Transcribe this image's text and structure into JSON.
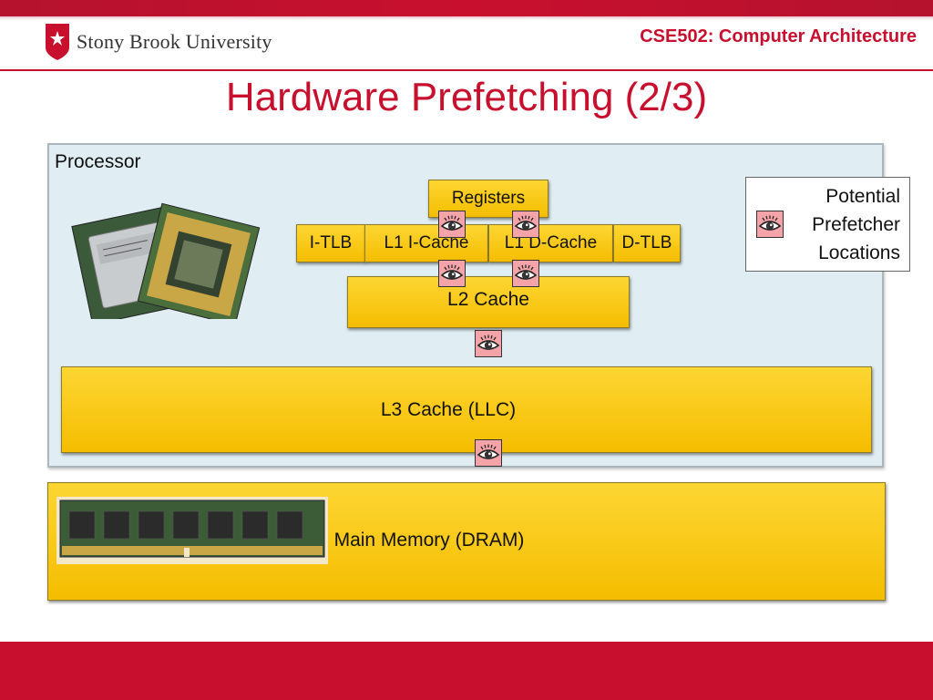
{
  "header": {
    "university": "Stony Brook University",
    "course": "CSE502: Computer Architecture"
  },
  "slide": {
    "title": "Hardware Prefetching (2/3)"
  },
  "diagram": {
    "processor_label": "Processor",
    "registers": "Registers",
    "itlb": "I-TLB",
    "l1i": "L1 I-Cache",
    "l1d": "L1 D-Cache",
    "dtlb": "D-TLB",
    "l2": "L2 Cache",
    "l3": "L3 Cache (LLC)",
    "memory": "Main Memory (DRAM)"
  },
  "legend": {
    "line1": "Potential",
    "line2": "Prefetcher",
    "line3": "Locations",
    "icon": "eye-icon"
  },
  "colors": {
    "brand_red": "#c8102e",
    "cache_gold": "#fcd116",
    "processor_bg": "#e0eef3",
    "eye_pink": "#f4a3a8"
  }
}
